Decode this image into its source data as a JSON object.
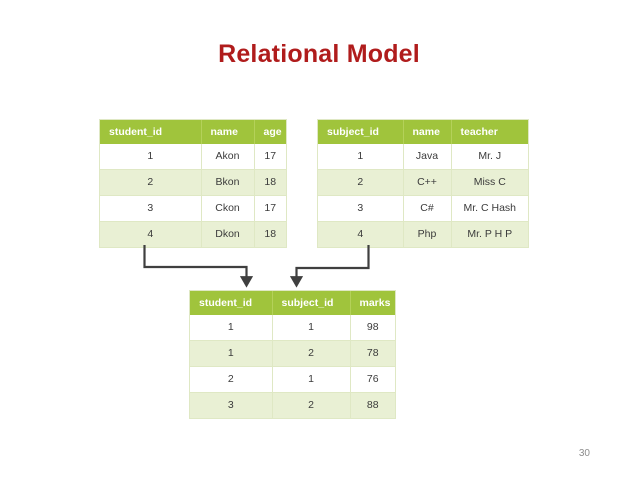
{
  "slide": {
    "title": "Relational Model",
    "title_color": "#b01c1c",
    "page_number": "30",
    "background_color": "#ffffff",
    "header_color": "#a0c43c",
    "row_alt_color": "#e9f0d4",
    "connector_color": "#3f3f3f"
  },
  "tables": {
    "students": {
      "name": "student-table",
      "columns": [
        "student_id",
        "name",
        "age"
      ],
      "rows": [
        [
          "1",
          "Akon",
          "17"
        ],
        [
          "2",
          "Bkon",
          "18"
        ],
        [
          "3",
          "Ckon",
          "17"
        ],
        [
          "4",
          "Dkon",
          "18"
        ]
      ]
    },
    "subjects": {
      "name": "subject-table",
      "columns": [
        "subject_id",
        "name",
        "teacher"
      ],
      "rows": [
        [
          "1",
          "Java",
          "Mr. J"
        ],
        [
          "2",
          "C++",
          "Miss C"
        ],
        [
          "3",
          "C#",
          "Mr. C Hash"
        ],
        [
          "4",
          "Php",
          "Mr. P H P"
        ]
      ]
    },
    "marks": {
      "name": "marks-table",
      "columns": [
        "student_id",
        "subject_id",
        "marks"
      ],
      "rows": [
        [
          "1",
          "1",
          "98"
        ],
        [
          "1",
          "2",
          "78"
        ],
        [
          "2",
          "1",
          "76"
        ],
        [
          "3",
          "2",
          "88"
        ]
      ]
    }
  },
  "connectors": [
    {
      "name": "student-id-foreign-key-arrow",
      "from": "students.student_id",
      "to": "marks.student_id"
    },
    {
      "name": "subject-id-foreign-key-arrow",
      "from": "subjects.subject_id",
      "to": "marks.subject_id"
    }
  ]
}
